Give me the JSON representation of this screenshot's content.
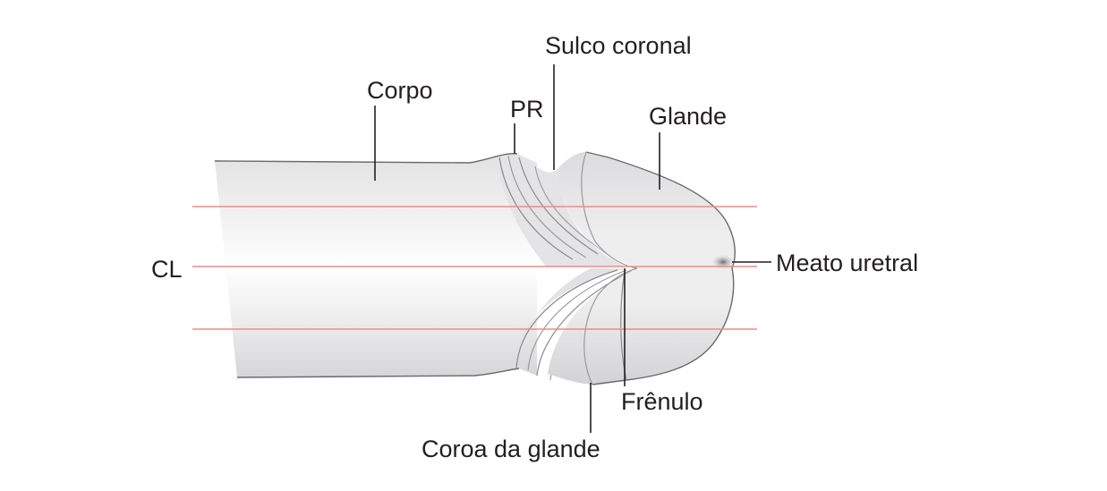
{
  "labels": {
    "sulco_coronal": "Sulco coronal",
    "corpo": "Corpo",
    "pr": "PR",
    "glande": "Glande",
    "cl": "CL",
    "meato_uretral": "Meato uretral",
    "frenulo": "Frênulo",
    "coroa_da_glande": "Coroa da glande"
  },
  "colors": {
    "guide_line": "#f08a86",
    "leader_line": "#231f20",
    "outline": "#5a5a5a",
    "body_fill": "#e9e9ea",
    "body_shadow": "#c4c4c6",
    "text": "#231f20"
  }
}
